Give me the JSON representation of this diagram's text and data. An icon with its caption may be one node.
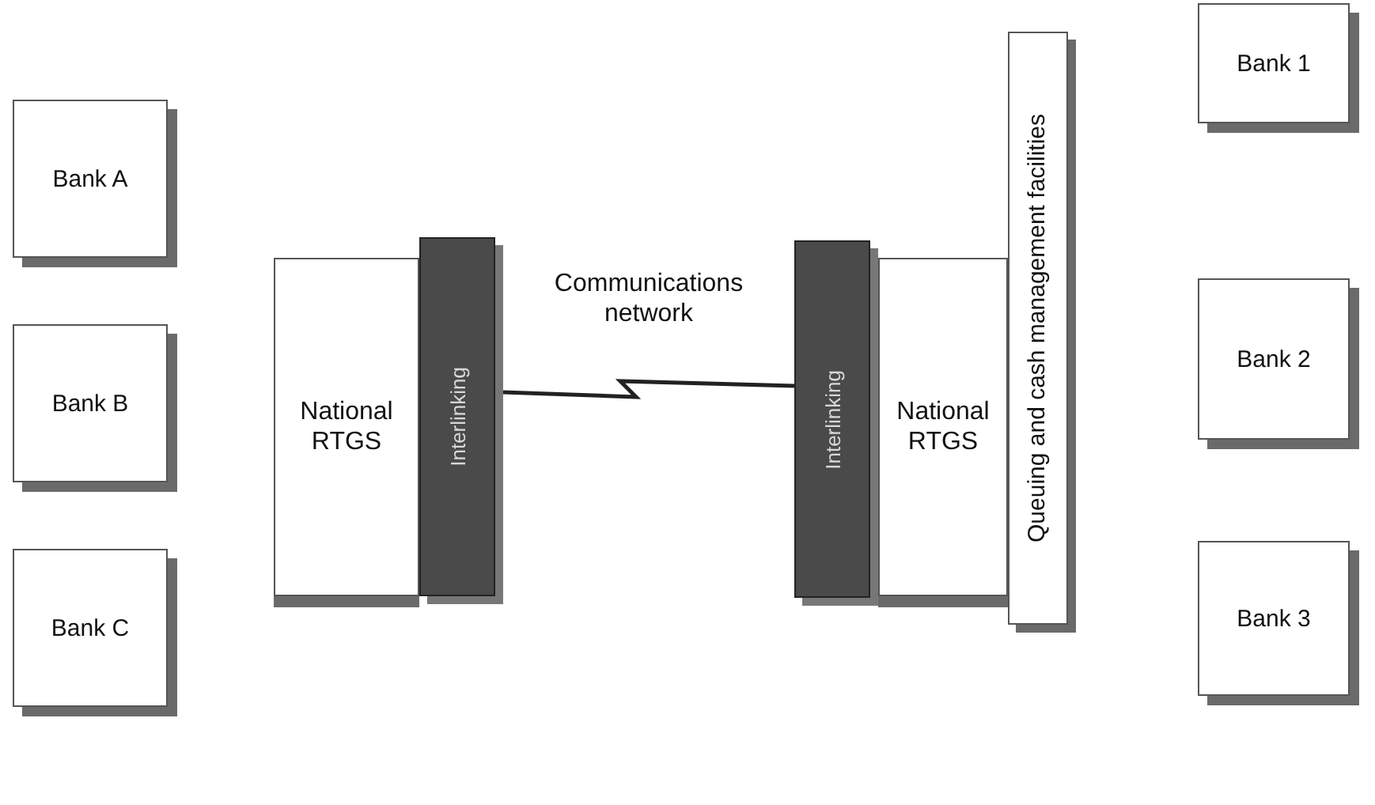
{
  "diagram": {
    "nodes": [
      {
        "text": [
          "Bank A"
        ]
      },
      {
        "text": [
          "Bank B"
        ]
      },
      {
        "text": [
          "Bank C"
        ]
      },
      {
        "text": [
          "National RTGS"
        ]
      },
      {
        "text": [
          "Interlinking"
        ]
      },
      {
        "text": [
          "Interlinking"
        ]
      },
      {
        "text": [
          "National RTGS"
        ]
      },
      {
        "text": [
          "Queuing and cash management facilities"
        ]
      },
      {
        "text": [
          "Bank 1"
        ]
      },
      {
        "text": [
          "Bank 2"
        ]
      },
      {
        "text": [
          "Bank 3"
        ]
      }
    ],
    "edges": [
      {
        "from": 4,
        "to": 5,
        "arrow": "none",
        "label": "Communications network"
      }
    ]
  }
}
